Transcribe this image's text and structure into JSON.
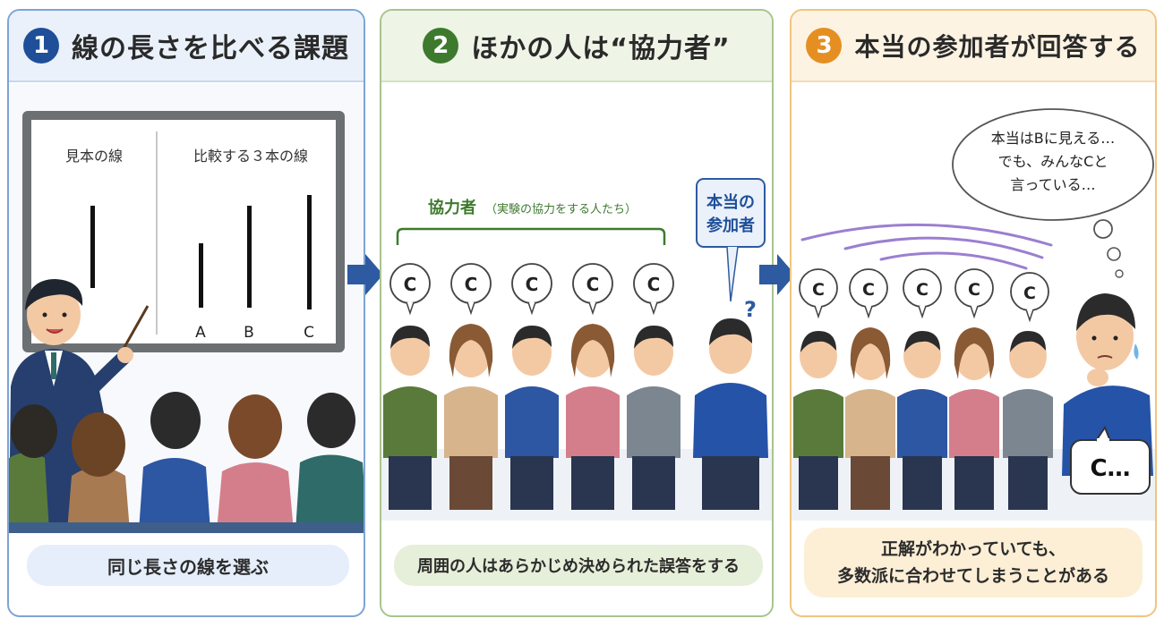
{
  "colors": {
    "panel1": "#7ea4d4",
    "panel2": "#a9c48f",
    "panel3": "#f0c57e",
    "step1": "#1f4f99",
    "step2": "#3e7a2e",
    "step3": "#e58f22",
    "arrow": "#2d5aa0"
  },
  "panel1": {
    "step": "1",
    "title": "線の長さを比べる課題",
    "board": {
      "sample_label": "見本の線",
      "compare_label": "比較する３本の線",
      "line_labels": [
        "A",
        "B",
        "C"
      ]
    },
    "caption": "同じ長さの線を選ぶ"
  },
  "panel2": {
    "step": "2",
    "title": "ほかの人は“協力者”",
    "group_label": "協力者",
    "group_note": "（実験の協力をする人たち）",
    "participant_tag_line1": "本当の",
    "participant_tag_line2": "参加者",
    "answers": [
      "C",
      "C",
      "C",
      "C",
      "C"
    ],
    "question_mark": "?",
    "caption": "周囲の人はあらかじめ決められた誤答をする"
  },
  "panel3": {
    "step": "3",
    "title": "本当の参加者が回答する",
    "thought_line1": "本当はBに見える…",
    "thought_line2": "でも、みんなCと",
    "thought_line3": "言っている…",
    "answers": [
      "C",
      "C",
      "C",
      "C",
      "C"
    ],
    "reply": "C…",
    "caption_line1": "正解がわかっていても、",
    "caption_line2": "多数派に合わせてしまうことがある"
  }
}
